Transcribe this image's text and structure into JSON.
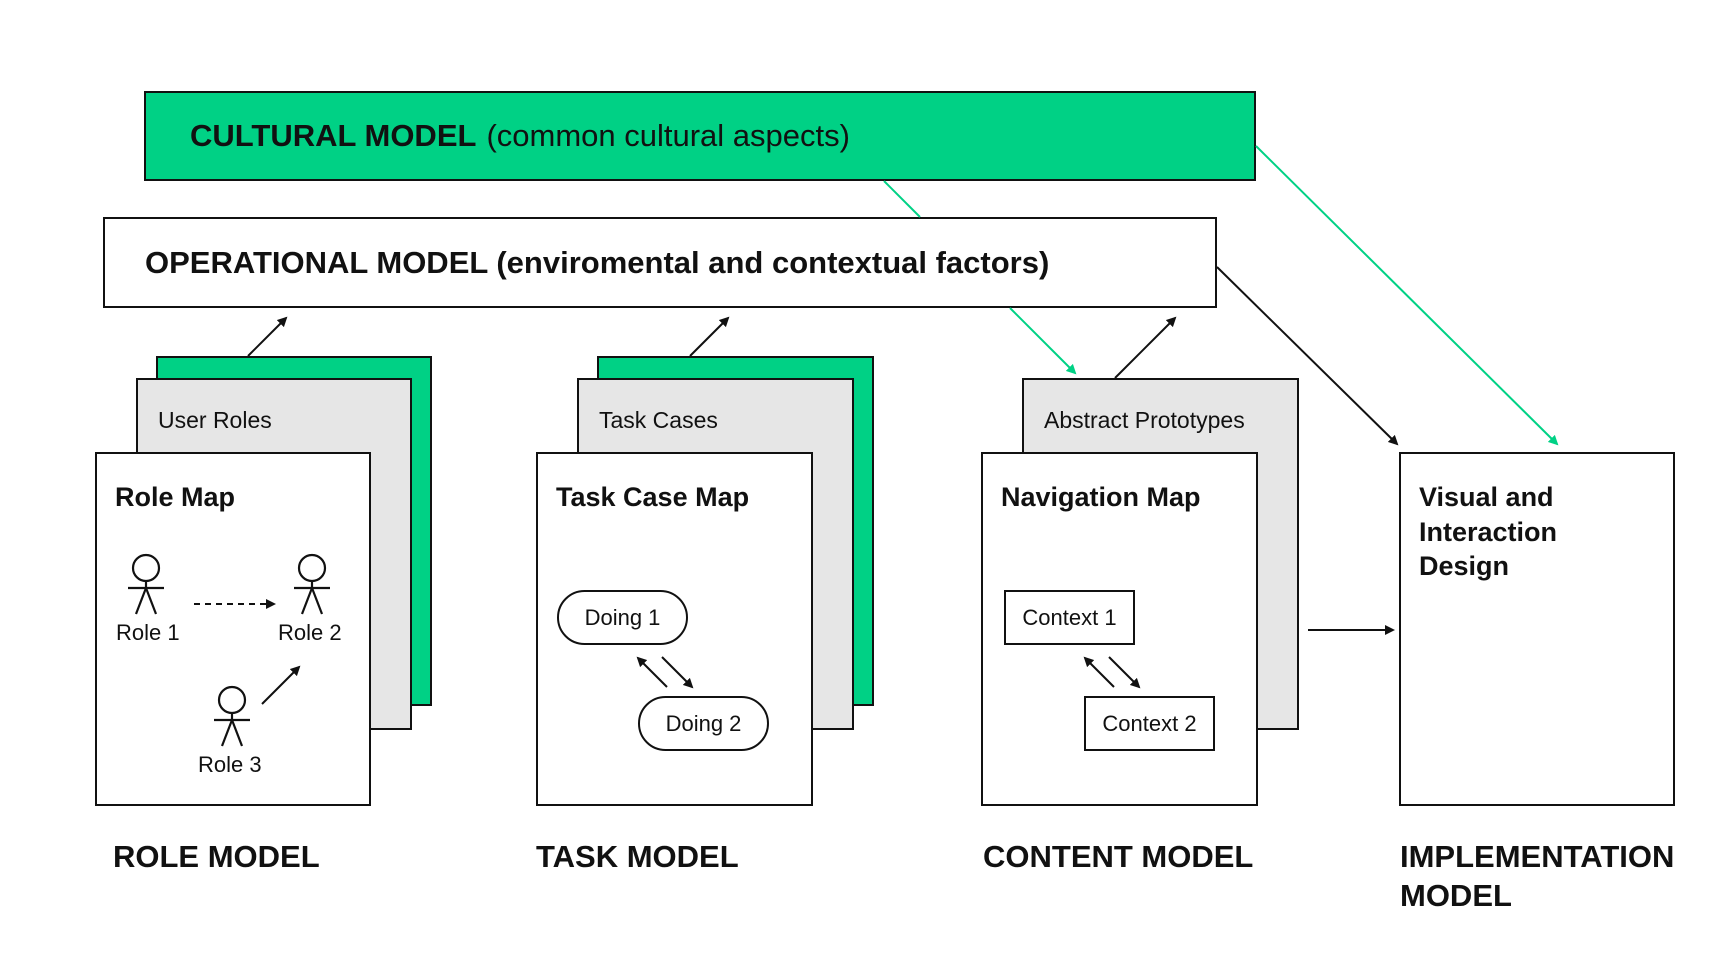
{
  "cultural": {
    "title": "CULTURAL MODEL",
    "subtitle": "(common cultural aspects)"
  },
  "operational": {
    "title": "OPERATIONAL MODEL (enviromental and contextual factors)"
  },
  "role_model": {
    "back_label": "User Roles",
    "card_title": "Role Map",
    "roles": [
      "Role 1",
      "Role 2",
      "Role 3"
    ],
    "model_label": "ROLE MODEL"
  },
  "task_model": {
    "back_label": "Task Cases",
    "card_title": "Task Case Map",
    "doings": [
      "Doing 1",
      "Doing 2"
    ],
    "model_label": "TASK MODEL"
  },
  "content_model": {
    "back_label": "Abstract Prototypes",
    "card_title": "Navigation Map",
    "contexts": [
      "Context 1",
      "Context 2"
    ],
    "model_label": "CONTENT MODEL"
  },
  "implementation_model": {
    "card_title": "Visual and Interaction Design",
    "model_label_line1": "IMPLEMENTATION",
    "model_label_line2": "MODEL"
  },
  "colors": {
    "accent_green": "#00d185",
    "back_grey": "#e6e6e6",
    "stroke": "#111111"
  }
}
